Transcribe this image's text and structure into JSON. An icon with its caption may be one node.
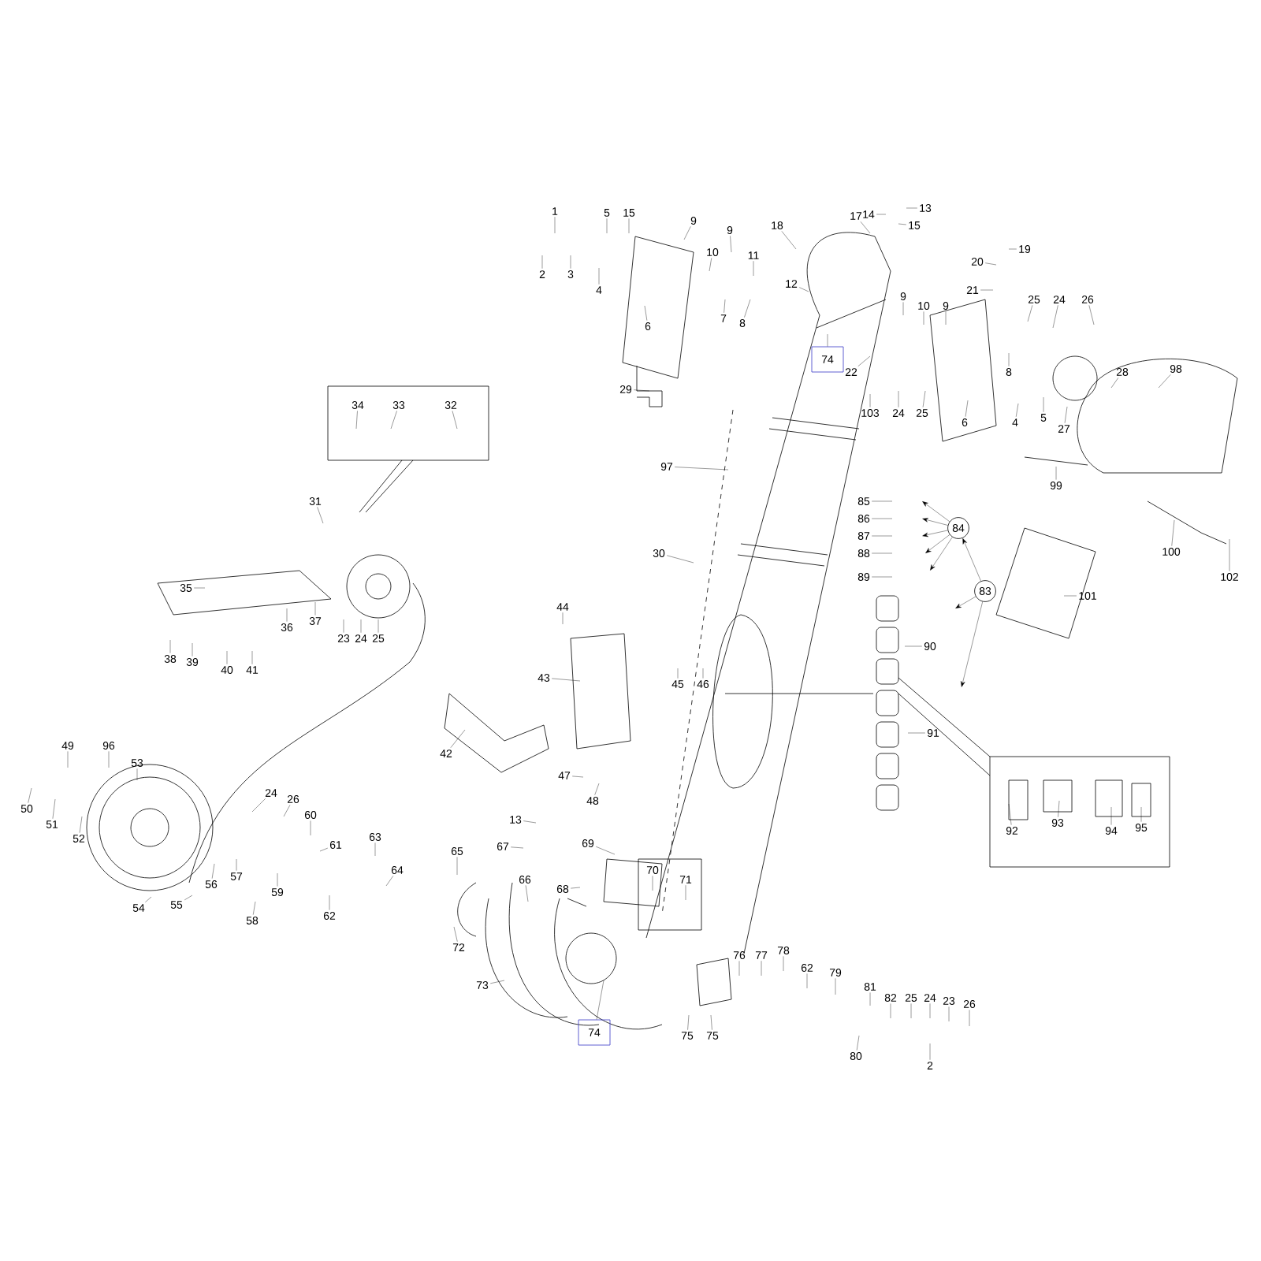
{
  "diagram": {
    "nodes": [
      {
        "text": [
          "1"
        ]
      },
      {
        "text": [
          "2"
        ]
      },
      {
        "text": [
          "3"
        ]
      },
      {
        "text": [
          "4"
        ]
      },
      {
        "text": [
          "5"
        ]
      },
      {
        "text": [
          "15"
        ]
      },
      {
        "text": [
          "6"
        ]
      },
      {
        "text": [
          "9"
        ]
      },
      {
        "text": [
          "10"
        ]
      },
      {
        "text": [
          "9"
        ]
      },
      {
        "text": [
          "7"
        ]
      },
      {
        "text": [
          "11"
        ]
      },
      {
        "text": [
          "8"
        ]
      },
      {
        "text": [
          "18"
        ]
      },
      {
        "text": [
          "12"
        ]
      },
      {
        "text": [
          "17"
        ]
      },
      {
        "text": [
          "14"
        ]
      },
      {
        "text": [
          "13"
        ]
      },
      {
        "text": [
          "15"
        ]
      },
      {
        "text": [
          "19"
        ]
      },
      {
        "text": [
          "20"
        ]
      },
      {
        "text": [
          "21"
        ]
      },
      {
        "text": [
          "9"
        ]
      },
      {
        "text": [
          "10"
        ]
      },
      {
        "text": [
          "9"
        ]
      },
      {
        "text": [
          "74"
        ]
      },
      {
        "text": [
          "25"
        ]
      },
      {
        "text": [
          "24"
        ]
      },
      {
        "text": [
          "26"
        ]
      },
      {
        "text": [
          "29"
        ]
      },
      {
        "text": [
          "22"
        ]
      },
      {
        "text": [
          "103"
        ]
      },
      {
        "text": [
          "24"
        ]
      },
      {
        "text": [
          "25"
        ]
      },
      {
        "text": [
          "6"
        ]
      },
      {
        "text": [
          "8"
        ]
      },
      {
        "text": [
          "4"
        ]
      },
      {
        "text": [
          "5"
        ]
      },
      {
        "text": [
          "27"
        ]
      },
      {
        "text": [
          "28"
        ]
      },
      {
        "text": [
          "98"
        ]
      },
      {
        "text": [
          "99"
        ]
      },
      {
        "text": [
          "34"
        ]
      },
      {
        "text": [
          "33"
        ]
      },
      {
        "text": [
          "32"
        ]
      },
      {
        "text": [
          "31"
        ]
      },
      {
        "text": [
          "97"
        ]
      },
      {
        "text": [
          "30"
        ]
      },
      {
        "text": [
          "35"
        ]
      },
      {
        "text": [
          "36"
        ]
      },
      {
        "text": [
          "37"
        ]
      },
      {
        "text": [
          "23"
        ]
      },
      {
        "text": [
          "24"
        ]
      },
      {
        "text": [
          "25"
        ]
      },
      {
        "text": [
          "38"
        ]
      },
      {
        "text": [
          "39"
        ]
      },
      {
        "text": [
          "40"
        ]
      },
      {
        "text": [
          "41"
        ]
      },
      {
        "text": [
          "44"
        ]
      },
      {
        "text": [
          "43"
        ]
      },
      {
        "text": [
          "45"
        ]
      },
      {
        "text": [
          "46"
        ]
      },
      {
        "text": [
          "42"
        ]
      },
      {
        "text": [
          "85"
        ]
      },
      {
        "text": [
          "86"
        ]
      },
      {
        "text": [
          "87"
        ]
      },
      {
        "text": [
          "88"
        ]
      },
      {
        "text": [
          "89"
        ]
      },
      {
        "text": [
          "84"
        ]
      },
      {
        "text": [
          "83"
        ]
      },
      {
        "text": [
          "90"
        ]
      },
      {
        "text": [
          "101"
        ]
      },
      {
        "text": [
          "100"
        ]
      },
      {
        "text": [
          "102"
        ]
      },
      {
        "text": [
          "91"
        ]
      },
      {
        "text": [
          "92"
        ]
      },
      {
        "text": [
          "93"
        ]
      },
      {
        "text": [
          "94"
        ]
      },
      {
        "text": [
          "95"
        ]
      },
      {
        "text": [
          "49"
        ]
      },
      {
        "text": [
          "96"
        ]
      },
      {
        "text": [
          "50"
        ]
      },
      {
        "text": [
          "51"
        ]
      },
      {
        "text": [
          "52"
        ]
      },
      {
        "text": [
          "53"
        ]
      },
      {
        "text": [
          "54"
        ]
      },
      {
        "text": [
          "55"
        ]
      },
      {
        "text": [
          "56"
        ]
      },
      {
        "text": [
          "57"
        ]
      },
      {
        "text": [
          "58"
        ]
      },
      {
        "text": [
          "59"
        ]
      },
      {
        "text": [
          "24"
        ]
      },
      {
        "text": [
          "26"
        ]
      },
      {
        "text": [
          "60"
        ]
      },
      {
        "text": [
          "61"
        ]
      },
      {
        "text": [
          "62"
        ]
      },
      {
        "text": [
          "63"
        ]
      },
      {
        "text": [
          "64"
        ]
      },
      {
        "text": [
          "65"
        ]
      },
      {
        "text": [
          "72"
        ]
      },
      {
        "text": [
          "73"
        ]
      },
      {
        "text": [
          "13"
        ]
      },
      {
        "text": [
          "67"
        ]
      },
      {
        "text": [
          "66"
        ]
      },
      {
        "text": [
          "69"
        ]
      },
      {
        "text": [
          "68"
        ]
      },
      {
        "text": [
          "70"
        ]
      },
      {
        "text": [
          "71"
        ]
      },
      {
        "text": [
          "47"
        ]
      },
      {
        "text": [
          "48"
        ]
      },
      {
        "text": [
          "74"
        ]
      },
      {
        "text": [
          "75"
        ]
      },
      {
        "text": [
          "75"
        ]
      },
      {
        "text": [
          "76"
        ]
      },
      {
        "text": [
          "77"
        ]
      },
      {
        "text": [
          "78"
        ]
      },
      {
        "text": [
          "62"
        ]
      },
      {
        "text": [
          "79"
        ]
      },
      {
        "text": [
          "81"
        ]
      },
      {
        "text": [
          "80"
        ]
      },
      {
        "text": [
          "82"
        ]
      },
      {
        "text": [
          "25"
        ]
      },
      {
        "text": [
          "24"
        ]
      },
      {
        "text": [
          "23"
        ]
      },
      {
        "text": [
          "26"
        ]
      },
      {
        "text": [
          "2"
        ]
      }
    ],
    "edges": [
      {
        "from": 0,
        "to": null,
        "arrow": "none"
      },
      {
        "from": 1,
        "to": null,
        "arrow": "none"
      },
      {
        "from": 2,
        "to": null,
        "arrow": "none"
      },
      {
        "from": 3,
        "to": null,
        "arrow": "none"
      },
      {
        "from": 4,
        "to": null,
        "arrow": "none"
      },
      {
        "from": 5,
        "to": null,
        "arrow": "none"
      },
      {
        "from": 6,
        "to": null,
        "arrow": "none"
      },
      {
        "from": 7,
        "to": null,
        "arrow": "none"
      },
      {
        "from": 8,
        "to": null,
        "arrow": "none"
      },
      {
        "from": 9,
        "to": null,
        "arrow": "none"
      },
      {
        "from": 10,
        "to": null,
        "arrow": "none"
      },
      {
        "from": 11,
        "to": null,
        "arrow": "none"
      },
      {
        "from": 12,
        "to": null,
        "arrow": "none"
      },
      {
        "from": 13,
        "to": null,
        "arrow": "none"
      },
      {
        "from": 14,
        "to": null,
        "arrow": "none"
      },
      {
        "from": 15,
        "to": null,
        "arrow": "none"
      },
      {
        "from": 16,
        "to": null,
        "arrow": "none"
      },
      {
        "from": 17,
        "to": null,
        "arrow": "none"
      },
      {
        "from": 18,
        "to": null,
        "arrow": "none"
      },
      {
        "from": 19,
        "to": null,
        "arrow": "none"
      },
      {
        "from": 20,
        "to": null,
        "arrow": "none"
      },
      {
        "from": 21,
        "to": null,
        "arrow": "none"
      },
      {
        "from": 22,
        "to": null,
        "arrow": "none"
      },
      {
        "from": 23,
        "to": null,
        "arrow": "none"
      },
      {
        "from": 24,
        "to": null,
        "arrow": "none"
      },
      {
        "from": 25,
        "to": null,
        "arrow": "none"
      },
      {
        "from": 26,
        "to": null,
        "arrow": "none"
      },
      {
        "from": 27,
        "to": null,
        "arrow": "none"
      },
      {
        "from": 28,
        "to": null,
        "arrow": "none"
      },
      {
        "from": 29,
        "to": null,
        "arrow": "none"
      },
      {
        "from": 30,
        "to": null,
        "arrow": "none"
      },
      {
        "from": 31,
        "to": null,
        "arrow": "none"
      },
      {
        "from": 32,
        "to": null,
        "arrow": "none"
      },
      {
        "from": 33,
        "to": null,
        "arrow": "none"
      },
      {
        "from": 34,
        "to": null,
        "arrow": "none"
      },
      {
        "from": 35,
        "to": null,
        "arrow": "none"
      },
      {
        "from": 36,
        "to": null,
        "arrow": "none"
      },
      {
        "from": 37,
        "to": null,
        "arrow": "none"
      },
      {
        "from": 38,
        "to": null,
        "arrow": "none"
      },
      {
        "from": 39,
        "to": null,
        "arrow": "none"
      },
      {
        "from": 40,
        "to": null,
        "arrow": "none"
      },
      {
        "from": 41,
        "to": null,
        "arrow": "none"
      },
      {
        "from": 42,
        "to": null,
        "arrow": "none"
      },
      {
        "from": 43,
        "to": null,
        "arrow": "none"
      },
      {
        "from": 44,
        "to": null,
        "arrow": "none"
      },
      {
        "from": 45,
        "to": null,
        "arrow": "none"
      },
      {
        "from": 46,
        "to": null,
        "arrow": "none"
      },
      {
        "from": 47,
        "to": null,
        "arrow": "none"
      },
      {
        "from": 48,
        "to": null,
        "arrow": "none"
      },
      {
        "from": 49,
        "to": null,
        "arrow": "none"
      },
      {
        "from": 50,
        "to": null,
        "arrow": "none"
      },
      {
        "from": 51,
        "to": null,
        "arrow": "none"
      },
      {
        "from": 52,
        "to": null,
        "arrow": "none"
      },
      {
        "from": 53,
        "to": null,
        "arrow": "none"
      },
      {
        "from": 54,
        "to": null,
        "arrow": "none"
      },
      {
        "from": 55,
        "to": null,
        "arrow": "none"
      },
      {
        "from": 56,
        "to": null,
        "arrow": "none"
      },
      {
        "from": 57,
        "to": null,
        "arrow": "none"
      },
      {
        "from": 58,
        "to": null,
        "arrow": "none"
      },
      {
        "from": 59,
        "to": null,
        "arrow": "none"
      },
      {
        "from": 60,
        "to": null,
        "arrow": "none"
      },
      {
        "from": 61,
        "to": null,
        "arrow": "none"
      },
      {
        "from": 62,
        "to": null,
        "arrow": "none"
      },
      {
        "from": 63,
        "to": null,
        "arrow": "none"
      },
      {
        "from": 64,
        "to": null,
        "arrow": "none"
      },
      {
        "from": 65,
        "to": null,
        "arrow": "none"
      },
      {
        "from": 66,
        "to": null,
        "arrow": "none"
      },
      {
        "from": 67,
        "to": null,
        "arrow": "none"
      },
      {
        "from": 68,
        "to": null,
        "arrow": "to"
      },
      {
        "from": 68,
        "to": null,
        "arrow": "to"
      },
      {
        "from": 68,
        "to": null,
        "arrow": "to"
      },
      {
        "from": 68,
        "to": null,
        "arrow": "to"
      },
      {
        "from": 68,
        "to": null,
        "arrow": "to"
      },
      {
        "from": 69,
        "to": 68,
        "arrow": "to"
      },
      {
        "from": 69,
        "to": null,
        "arrow": "to"
      },
      {
        "from": 69,
        "to": null,
        "arrow": "to"
      },
      {
        "from": 70,
        "to": null,
        "arrow": "none"
      },
      {
        "from": 71,
        "to": null,
        "arrow": "none"
      },
      {
        "from": 72,
        "to": null,
        "arrow": "none"
      },
      {
        "from": 73,
        "to": null,
        "arrow": "none"
      },
      {
        "from": 74,
        "to": null,
        "arrow": "none"
      },
      {
        "from": 75,
        "to": null,
        "arrow": "none"
      },
      {
        "from": 76,
        "to": null,
        "arrow": "none"
      },
      {
        "from": 77,
        "to": null,
        "arrow": "none"
      },
      {
        "from": 78,
        "to": null,
        "arrow": "none"
      },
      {
        "from": 79,
        "to": null,
        "arrow": "none"
      },
      {
        "from": 80,
        "to": null,
        "arrow": "none"
      },
      {
        "from": 81,
        "to": null,
        "arrow": "none"
      },
      {
        "from": 82,
        "to": null,
        "arrow": "none"
      },
      {
        "from": 83,
        "to": null,
        "arrow": "none"
      },
      {
        "from": 84,
        "to": null,
        "arrow": "none"
      },
      {
        "from": 85,
        "to": null,
        "arrow": "none"
      },
      {
        "from": 86,
        "to": null,
        "arrow": "none"
      },
      {
        "from": 87,
        "to": null,
        "arrow": "none"
      },
      {
        "from": 88,
        "to": null,
        "arrow": "none"
      },
      {
        "from": 89,
        "to": null,
        "arrow": "none"
      },
      {
        "from": 90,
        "to": null,
        "arrow": "none"
      },
      {
        "from": 91,
        "to": null,
        "arrow": "none"
      },
      {
        "from": 92,
        "to": null,
        "arrow": "none"
      },
      {
        "from": 93,
        "to": null,
        "arrow": "none"
      },
      {
        "from": 94,
        "to": null,
        "arrow": "none"
      },
      {
        "from": 95,
        "to": null,
        "arrow": "none"
      },
      {
        "from": 96,
        "to": null,
        "arrow": "none"
      },
      {
        "from": 97,
        "to": null,
        "arrow": "none"
      },
      {
        "from": 98,
        "to": null,
        "arrow": "none"
      },
      {
        "from": 99,
        "to": null,
        "arrow": "none"
      },
      {
        "from": 100,
        "to": null,
        "arrow": "none"
      },
      {
        "from": 101,
        "to": null,
        "arrow": "none"
      },
      {
        "from": 102,
        "to": null,
        "arrow": "none"
      },
      {
        "from": 103,
        "to": null,
        "arrow": "none"
      },
      {
        "from": 104,
        "to": null,
        "arrow": "none"
      },
      {
        "from": 105,
        "to": null,
        "arrow": "none"
      },
      {
        "from": 106,
        "to": null,
        "arrow": "none"
      },
      {
        "from": 107,
        "to": null,
        "arrow": "none"
      },
      {
        "from": 108,
        "to": null,
        "arrow": "none"
      },
      {
        "from": 109,
        "to": null,
        "arrow": "none"
      },
      {
        "from": 110,
        "to": null,
        "arrow": "none"
      },
      {
        "from": 111,
        "to": null,
        "arrow": "none"
      },
      {
        "from": 112,
        "to": null,
        "arrow": "none"
      },
      {
        "from": 113,
        "to": null,
        "arrow": "none"
      },
      {
        "from": 114,
        "to": null,
        "arrow": "none"
      },
      {
        "from": 115,
        "to": null,
        "arrow": "none"
      },
      {
        "from": 116,
        "to": null,
        "arrow": "none"
      },
      {
        "from": 117,
        "to": null,
        "arrow": "none"
      },
      {
        "from": 118,
        "to": null,
        "arrow": "none"
      },
      {
        "from": 119,
        "to": null,
        "arrow": "none"
      },
      {
        "from": 120,
        "to": null,
        "arrow": "none"
      },
      {
        "from": 121,
        "to": null,
        "arrow": "none"
      },
      {
        "from": 122,
        "to": null,
        "arrow": "none"
      },
      {
        "from": 123,
        "to": null,
        "arrow": "none"
      },
      {
        "from": 124,
        "to": null,
        "arrow": "none"
      },
      {
        "from": 125,
        "to": null,
        "arrow": "none"
      }
    ]
  }
}
